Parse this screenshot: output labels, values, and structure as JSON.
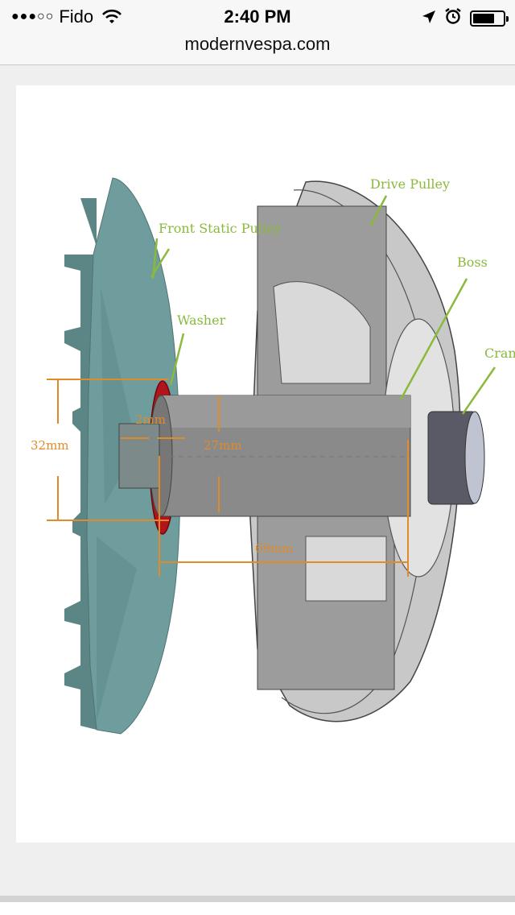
{
  "status_bar": {
    "signal_dots": "●●●○○",
    "carrier": "Fido",
    "time": "2:40 PM",
    "icons": [
      "wifi-icon",
      "location-arrow-icon",
      "alarm-icon",
      "battery-icon"
    ]
  },
  "browser": {
    "url": "modernvespa.com"
  },
  "image": {
    "labels": {
      "front_static_pulley": "Front Static Pulley",
      "drive_pulley": "Drive Pulley",
      "boss": "Boss",
      "washer": "Washer",
      "crank": "Cran"
    },
    "dimensions": {
      "d32": "32mm",
      "d2": "2mm",
      "d27": "27mm",
      "d69": "69mm"
    },
    "colors": {
      "label_green": "#8ab93c",
      "dimension_orange": "#e08a2a",
      "pulley_teal": "#6f9c9c",
      "washer_red": "#b3141c"
    }
  }
}
